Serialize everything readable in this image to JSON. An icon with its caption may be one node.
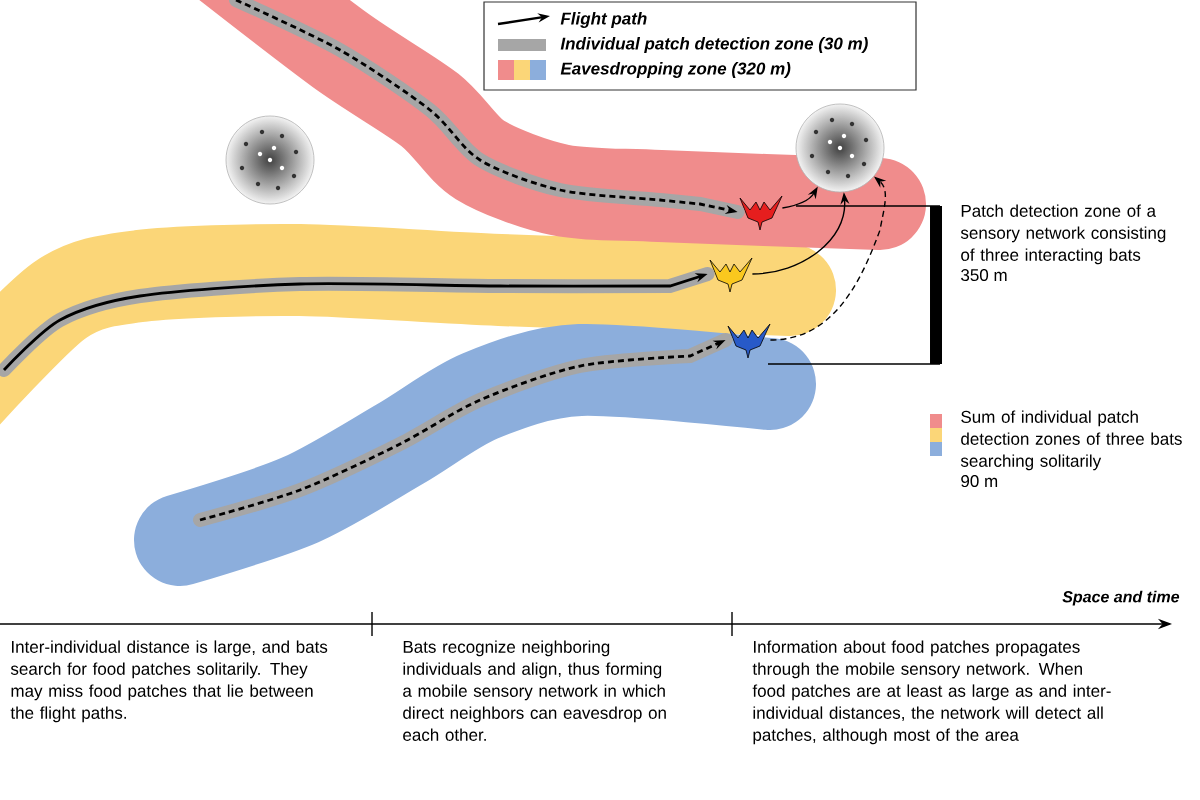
{
  "diagram": {
    "nodes": [
      {
        "text": [],
        "shape": "circle"
      },
      {
        "text": [],
        "shape": "circle"
      },
      {
        "text": [],
        "shape": "picture"
      },
      {
        "text": [],
        "shape": "picture"
      },
      {
        "text": [],
        "shape": "picture"
      }
    ],
    "edges": [
      {
        "from": null,
        "to": 2,
        "arrow": "to",
        "style": "thick"
      },
      {
        "from": null,
        "to": 3,
        "arrow": "to",
        "style": "thick"
      },
      {
        "from": null,
        "to": 4,
        "arrow": "to",
        "style": "thick"
      },
      {
        "from": 2,
        "to": 1,
        "arrow": "to",
        "color": "#000000"
      },
      {
        "from": 3,
        "to": 1,
        "arrow": "to",
        "color": "#000000"
      },
      {
        "from": 4,
        "to": 1,
        "arrow": "to",
        "style": "dashed",
        "color": "#000000"
      }
    ],
    "labels": [
      "Patch detection zone of a sensory network consisting of three interacting bats",
      "350 m",
      "Sum of individual patch detection zones of three bats searching solitarily",
      "90 m",
      "Space and time",
      "Inter-individual distance is large, and bats search for food patches solitarily. They may miss food patches that lie between the flight paths.",
      "Bats recognize neighboring individuals and align, thus forming a mobile sensory network in which direct neighbors can eavesdrop on each other.",
      "Information about food patches propagates through the mobile sensory network. When food patches are at least as large as and inter-individual distances, the network will detect all patches, although most of the area"
    ],
    "legend": [
      {
        "text": "Flight path"
      },
      {
        "text": "Individual patch detection zone (30 m)",
        "color": "#a6a6a6"
      },
      {
        "text": "Eavesdropping zone (320 m)"
      }
    ]
  }
}
